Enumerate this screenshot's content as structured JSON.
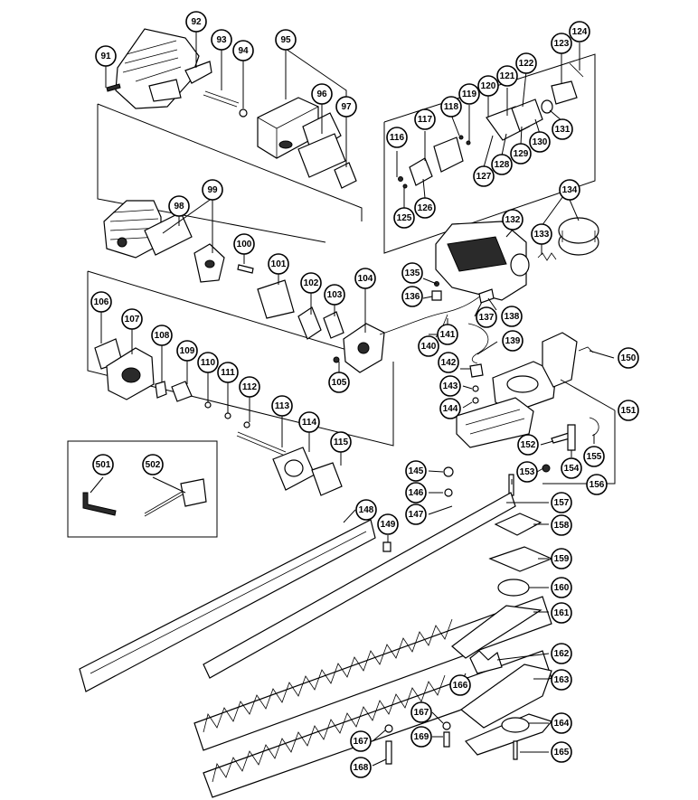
{
  "diagram": {
    "callouts": [
      {
        "id": "91",
        "label": "91"
      },
      {
        "id": "92",
        "label": "92"
      },
      {
        "id": "93",
        "label": "93"
      },
      {
        "id": "94",
        "label": "94"
      },
      {
        "id": "95",
        "label": "95"
      },
      {
        "id": "96",
        "label": "96"
      },
      {
        "id": "97",
        "label": "97"
      },
      {
        "id": "98",
        "label": "98"
      },
      {
        "id": "99",
        "label": "99"
      },
      {
        "id": "100",
        "label": "100"
      },
      {
        "id": "101",
        "label": "101"
      },
      {
        "id": "102",
        "label": "102"
      },
      {
        "id": "103",
        "label": "103"
      },
      {
        "id": "104",
        "label": "104"
      },
      {
        "id": "105",
        "label": "105"
      },
      {
        "id": "106",
        "label": "106"
      },
      {
        "id": "107",
        "label": "107"
      },
      {
        "id": "108",
        "label": "108"
      },
      {
        "id": "109",
        "label": "109"
      },
      {
        "id": "110",
        "label": "110"
      },
      {
        "id": "111",
        "label": "111"
      },
      {
        "id": "112",
        "label": "112"
      },
      {
        "id": "113",
        "label": "113"
      },
      {
        "id": "114",
        "label": "114"
      },
      {
        "id": "115",
        "label": "115"
      },
      {
        "id": "116",
        "label": "116"
      },
      {
        "id": "117",
        "label": "117"
      },
      {
        "id": "118",
        "label": "118"
      },
      {
        "id": "119",
        "label": "119"
      },
      {
        "id": "120",
        "label": "120"
      },
      {
        "id": "121",
        "label": "121"
      },
      {
        "id": "122",
        "label": "122"
      },
      {
        "id": "123",
        "label": "123"
      },
      {
        "id": "124",
        "label": "124"
      },
      {
        "id": "125",
        "label": "125"
      },
      {
        "id": "126",
        "label": "126"
      },
      {
        "id": "127",
        "label": "127"
      },
      {
        "id": "128",
        "label": "128"
      },
      {
        "id": "129",
        "label": "129"
      },
      {
        "id": "130",
        "label": "130"
      },
      {
        "id": "131",
        "label": "131"
      },
      {
        "id": "132",
        "label": "132"
      },
      {
        "id": "133",
        "label": "133"
      },
      {
        "id": "134",
        "label": "134"
      },
      {
        "id": "135",
        "label": "135"
      },
      {
        "id": "136",
        "label": "136"
      },
      {
        "id": "137",
        "label": "137"
      },
      {
        "id": "138",
        "label": "138"
      },
      {
        "id": "139",
        "label": "139"
      },
      {
        "id": "140",
        "label": "140"
      },
      {
        "id": "141",
        "label": "141"
      },
      {
        "id": "142",
        "label": "142"
      },
      {
        "id": "143",
        "label": "143"
      },
      {
        "id": "144",
        "label": "144"
      },
      {
        "id": "145",
        "label": "145"
      },
      {
        "id": "146",
        "label": "146"
      },
      {
        "id": "147",
        "label": "147"
      },
      {
        "id": "148",
        "label": "148"
      },
      {
        "id": "149",
        "label": "149"
      },
      {
        "id": "150",
        "label": "150"
      },
      {
        "id": "151",
        "label": "151"
      },
      {
        "id": "152",
        "label": "152"
      },
      {
        "id": "153",
        "label": "153"
      },
      {
        "id": "154",
        "label": "154"
      },
      {
        "id": "155",
        "label": "155"
      },
      {
        "id": "156",
        "label": "156"
      },
      {
        "id": "157",
        "label": "157"
      },
      {
        "id": "158",
        "label": "158"
      },
      {
        "id": "159",
        "label": "159"
      },
      {
        "id": "160",
        "label": "160"
      },
      {
        "id": "161",
        "label": "161"
      },
      {
        "id": "162",
        "label": "162"
      },
      {
        "id": "163",
        "label": "163"
      },
      {
        "id": "164",
        "label": "164"
      },
      {
        "id": "165",
        "label": "165"
      },
      {
        "id": "166",
        "label": "166"
      },
      {
        "id": "167a",
        "label": "167"
      },
      {
        "id": "167b",
        "label": "167"
      },
      {
        "id": "168",
        "label": "168"
      },
      {
        "id": "169",
        "label": "169"
      },
      {
        "id": "501",
        "label": "501"
      },
      {
        "id": "502",
        "label": "502"
      }
    ]
  }
}
